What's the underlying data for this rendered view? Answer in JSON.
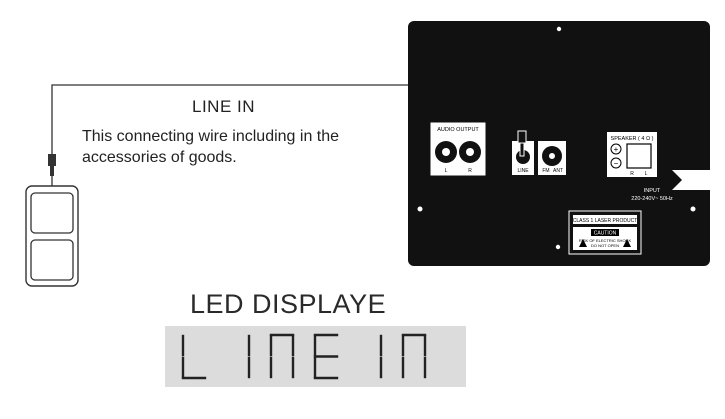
{
  "caption": {
    "title": "LINE IN",
    "text": "This connecting wire including in the accessories of goods."
  },
  "panel": {
    "audio_output": "AUDIO OUTPUT",
    "audio_l": "L",
    "audio_r": "R",
    "line_label": "LINE",
    "fm_label": "FM",
    "ant_label": "ANT",
    "speaker_label": "SPEAKER ( 4 Ω )",
    "speaker_r": "R",
    "speaker_l": "L",
    "input_label": "INPUT",
    "input_spec": "220-240V~ 50Hz",
    "laser_text": "CLASS 1 LASER PRODUCT",
    "caution_text": "CAUTION",
    "risk_line1": "RISK OF ELECTRIC SHOCK",
    "risk_line2": "DO NOT OPEN"
  },
  "led": {
    "heading": "LED DISPLAYE",
    "text": "LINEIN"
  },
  "colors": {
    "panel": "#111111",
    "led_bg": "#dcdcdc",
    "segment": "#222222"
  }
}
